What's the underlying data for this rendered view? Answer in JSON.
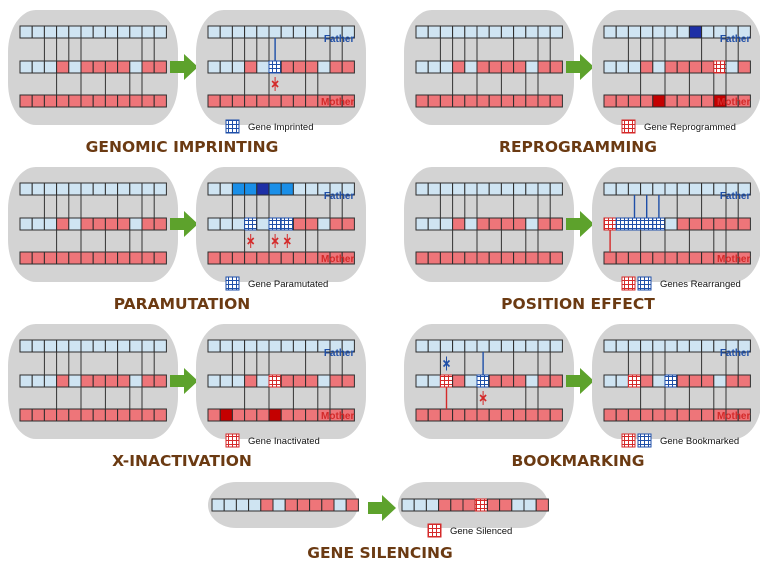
{
  "labels": {
    "father": "Father",
    "mother": "Mother"
  },
  "colors": {
    "father_color": "#1f4fa8",
    "mother_color": "#d42a2a",
    "light_cell": "#cfe4f2",
    "pink_cell": "#ee7579",
    "title_color": "#6b3a12",
    "arrow_color": "#5da22c",
    "oval_fill": "#d3d3d3"
  },
  "panels": [
    {
      "title": "GENOMIC IMPRINTING",
      "legend": [
        {
          "text": "Gene Imprinted",
          "swatches": [
            "hatch-blue"
          ]
        }
      ],
      "before": {
        "father": "LLLLLLLLLLLL",
        "middle": "LLLPLPPPPLPP",
        "mother": "PPPPPPPPPPPP",
        "links_top": [
          1,
          2,
          3,
          4,
          7,
          9,
          10
        ],
        "links_bottom": [
          2,
          4,
          6,
          8,
          9
        ]
      },
      "after": {
        "father": "LLLLLLLLLLLL",
        "middle": "LLLPLHPPPLPP",
        "mother": "PPPPPPPPPPPP",
        "links_top": [
          1,
          2,
          3,
          4,
          7,
          9,
          10
        ],
        "links_bottom": [
          2,
          4,
          7,
          8
        ],
        "marks": [
          {
            "cell": 5,
            "type": "blue-line-top"
          },
          {
            "cell": 5,
            "type": "red-x-bottom"
          }
        ]
      }
    },
    {
      "title": "REPROGRAMMING",
      "legend": [
        {
          "text": "Gene Reprogrammed",
          "swatches": [
            "hatch-red"
          ]
        }
      ],
      "before": {
        "father": "LLLLLLLLLLLL",
        "middle": "LLLPLPPPPLPP",
        "mother": "PPPPPPPPPPPP",
        "links_top": [
          1,
          2,
          3,
          4,
          7,
          9,
          10
        ],
        "links_bottom": [
          2,
          4,
          6,
          8,
          9
        ]
      },
      "after": {
        "father": "LLLLLLLBLLLL",
        "middle": "LLLPLPPPPRLP",
        "mother": "PPPPDPPPPDPP",
        "links_top": [
          1,
          2,
          3,
          4,
          7,
          9,
          10
        ],
        "links_bottom": [
          2,
          4,
          6,
          8,
          9
        ]
      }
    },
    {
      "title": "PARAMUTATION",
      "legend": [
        {
          "text": "Gene Paramutated",
          "swatches": [
            "hatch-blue"
          ]
        }
      ],
      "before": {
        "father": "LLLLLLLLLLLL",
        "middle": "LLLPLPPPPLPP",
        "mother": "PPPPPPPPPPPP",
        "links_top": [
          1,
          2,
          3,
          4,
          7,
          9,
          10
        ],
        "links_bottom": [
          2,
          4,
          6,
          8,
          9
        ]
      },
      "after": {
        "father": "LLSSBSSLLLLL",
        "middle": "LLLHLHHPPLPP",
        "mother": "PPPPPPPPPPPP",
        "links_top": [
          1,
          2,
          3,
          4,
          7,
          9,
          10
        ],
        "links_bottom": [
          2,
          4,
          7,
          8
        ],
        "marks": [
          {
            "cell": 3,
            "type": "red-x-bottom"
          },
          {
            "cell": 5,
            "type": "red-x-bottom"
          },
          {
            "cell": 6,
            "type": "red-x-bottom"
          }
        ]
      }
    },
    {
      "title": "POSITION EFFECT",
      "legend": [
        {
          "text": "Genes Rearranged",
          "swatches": [
            "hatch-red",
            "hatch-blue"
          ]
        }
      ],
      "before": {
        "father": "LLLLLLLLLLLL",
        "middle": "LLLPLPPPPLPP",
        "mother": "PPPPPPPPPPPP",
        "links_top": [
          1,
          2,
          3,
          4,
          7,
          9,
          10
        ],
        "links_bottom": [
          2,
          4,
          6,
          8,
          9
        ]
      },
      "after": {
        "father": "LLLLLLLLLLLL",
        "middle": "RHHHHLPPPPPP",
        "mother": "PPPPPPPPPPPP",
        "links_top": [
          5,
          7,
          9,
          10
        ],
        "links_bottom": [
          2,
          4,
          6,
          8,
          9
        ],
        "marks": [
          {
            "cell": 0,
            "type": "red-line-bottom"
          },
          {
            "cell": 2,
            "type": "blue-line-top"
          },
          {
            "cell": 3,
            "type": "blue-line-top"
          },
          {
            "cell": 4,
            "type": "blue-line-top"
          }
        ]
      }
    },
    {
      "title": "X-INACTIVATION",
      "legend": [
        {
          "text": "Gene Inactivated",
          "swatches": [
            "hatch-red"
          ]
        }
      ],
      "before": {
        "father": "LLLLLLLLLLLL",
        "middle": "LLLPLPPPPLPP",
        "mother": "PPPPPPPPPPPP",
        "links_top": [
          1,
          2,
          3,
          4,
          7,
          9,
          10
        ],
        "links_bottom": [
          2,
          4,
          6,
          8,
          9
        ]
      },
      "after": {
        "father": "LLLLLLLLLLLL",
        "middle": "LLLPLRPPPLPP",
        "mother": "PDPPPDPPPPPP",
        "links_top": [
          1,
          2,
          3,
          4,
          7,
          9,
          10
        ],
        "links_bottom": [
          2,
          4,
          6,
          8,
          9
        ]
      }
    },
    {
      "title": "BOOKMARKING",
      "legend": [
        {
          "text": "Gene Bookmarked",
          "swatches": [
            "hatch-red",
            "hatch-blue"
          ]
        }
      ],
      "before": {
        "father": "LLLLLLLLLLLL",
        "middle": "LLRPLHPPPLPP",
        "mother": "PPPPPPPPPPPP",
        "links_top": [
          1,
          3,
          7,
          9,
          10
        ],
        "links_bottom": [
          4,
          8,
          9
        ],
        "marks": [
          {
            "cell": 2,
            "type": "blue-x-top"
          },
          {
            "cell": 2,
            "type": "red-line-bottom"
          },
          {
            "cell": 5,
            "type": "blue-line-top"
          },
          {
            "cell": 5,
            "type": "red-x-bottom"
          }
        ]
      },
      "after": {
        "father": "LLLLLLLLLLLL",
        "middle": "LLRPLHPPPLPP",
        "mother": "PPPPPPPPPPPP",
        "links_top": [
          1,
          2,
          3,
          4,
          7,
          9,
          10
        ],
        "links_bottom": [
          2,
          4,
          6,
          8,
          9
        ]
      }
    }
  ],
  "bottom_panel": {
    "title": "GENE SILENCING",
    "legend": [
      {
        "text": "Gene Silenced",
        "swatches": [
          "hatch-red"
        ]
      }
    ],
    "before": {
      "row": "LLLLPLPPPPLP"
    },
    "after": {
      "row": "LLLPPPRPPLLP"
    }
  }
}
